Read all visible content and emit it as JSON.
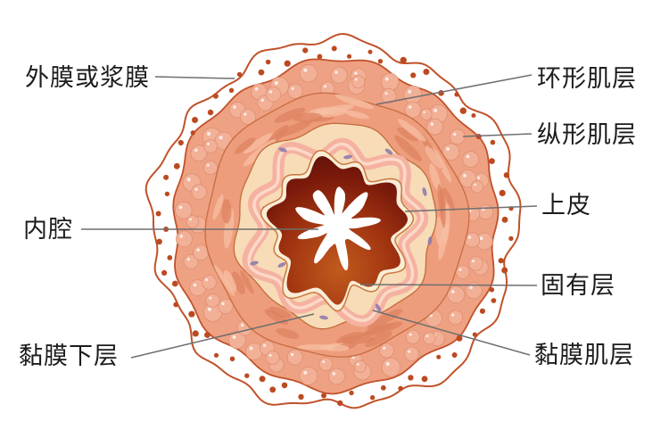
{
  "labels": {
    "serosa": "外膜或浆膜",
    "circular_muscle": "环形肌层",
    "longitudinal_muscle": "纵形肌层",
    "epithelium": "上皮",
    "lumen": "内腔",
    "lamina_propria": "固有层",
    "submucosa": "黏膜下层",
    "muscularis_mucosae": "黏膜肌层"
  },
  "colors": {
    "background": "#ffffff",
    "serosa_outline": "#c0522a",
    "serosa_dot": "#bc4a21",
    "longitudinal_muscle_base": "#efa183",
    "muscle_bubble": "#f2b097",
    "muscle_bubble_edge": "#dd9071",
    "circular_muscle_base": "#ee9d7c",
    "spindle_dark": "#dd8361",
    "spindle_light": "#f7bfa3",
    "boundary_muscle": "#ca6f45",
    "boundary_submucosa": "#c26c3a",
    "submucosa_cream": "#f7dcb7",
    "muscularis_mucosae_pink": "#f5b2a0",
    "muscularis_mucosae_highlight": "#fcd9c9",
    "basement_cream": "#f9edd6",
    "basement_line": "#ca7a42",
    "epithelium_bright": "#c25a1d",
    "epithelium_mid": "#a03310",
    "epithelium_deep": "#7a1a0b",
    "epithelium_dark": "#5f0f08",
    "nucleus_purple": "#8f7bad",
    "lumen_white": "#ffffff",
    "leader_line": "#6f6f6f",
    "label_text": "#1c1c1c"
  }
}
